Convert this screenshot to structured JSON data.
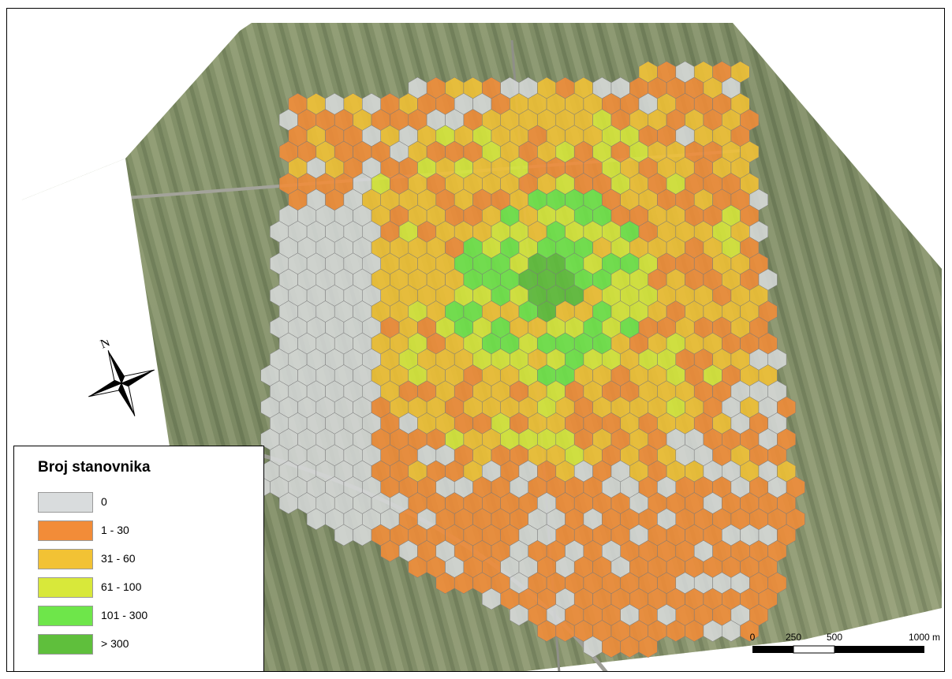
{
  "legend": {
    "title": "Broj stanovnika",
    "classes": [
      {
        "label": "0",
        "color": "#d9dcdd"
      },
      {
        "label": "1 - 30",
        "color": "#f28c38"
      },
      {
        "label": "31 - 60",
        "color": "#f2c234"
      },
      {
        "label": "61 - 100",
        "color": "#d8e83a"
      },
      {
        "label": "101 - 300",
        "color": "#6ee64a"
      },
      {
        "label": "> 300",
        "color": "#5fbf3c"
      }
    ]
  },
  "compass": {
    "north_label": "N",
    "icon": "north-arrow-icon"
  },
  "scalebar": {
    "ticks": [
      "0",
      "250",
      "500",
      "1000 m"
    ]
  }
}
